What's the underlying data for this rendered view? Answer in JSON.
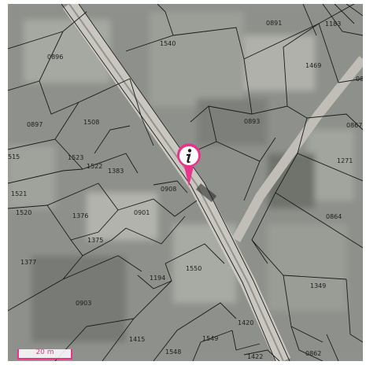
{
  "map": {
    "scale": "20 m",
    "colors": {
      "marker": "#e8348a",
      "parcel_lines": "#1b1b1b",
      "road": "#c9c7c0"
    },
    "marker_icon": "info-icon",
    "parcels": [
      "0896",
      "1540",
      "0891",
      "1183",
      "1469",
      "08",
      "0897",
      "1508",
      "0893",
      "0867",
      "515",
      "1523",
      "1522",
      "1383",
      "0908",
      "1271",
      "1521",
      "1520",
      "1376",
      "0901",
      "1375",
      "0864",
      "1377",
      "1194",
      "1550",
      "1349",
      "0903",
      "1420",
      "1415",
      "1549",
      "1548",
      "1422",
      "0862"
    ]
  }
}
